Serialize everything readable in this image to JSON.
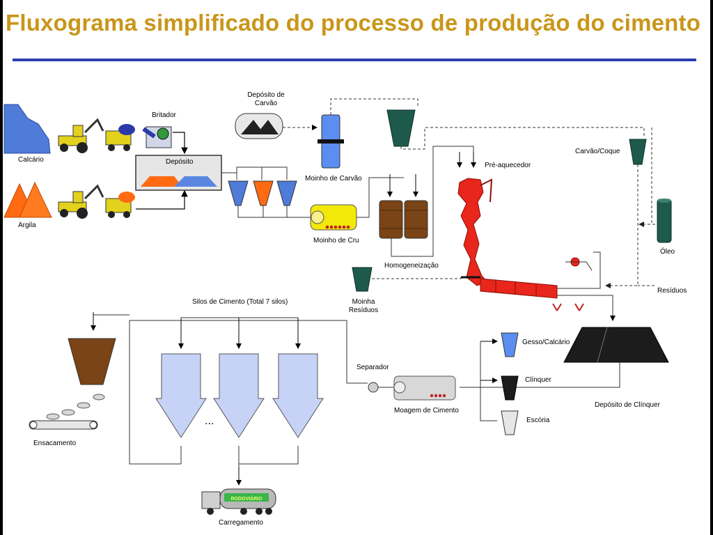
{
  "title": "Fluxograma simplificado do processo de produção do cimento",
  "labels": {
    "calcario": "Calcário",
    "argila": "Argila",
    "britador": "Britador",
    "deposito": "Depósito",
    "deposito_carvao": "Depósito de\nCarvão",
    "moinho_carvao": "Moinho de Carvão",
    "moinho_cru": "Moinho de Cru",
    "homogeneizacao": "Homogeneização",
    "pre_aquecedor": "Pré-aquecedor",
    "carvao_coque": "Carvão/Coque",
    "oleo": "Óleo",
    "residuos": "Resíduos",
    "moinha_residuos": "Moinha\nResíduos",
    "silos_cimento": "Silos de Cimento (Total 7 silos)",
    "separador": "Separador",
    "gesso_calcario": "Gesso/Calcário",
    "clinquer": "Clínquer",
    "deposito_clinquer": "Depósito de Clínquer",
    "moagem_cimento": "Moagem de Cimento",
    "escoria": "Escória",
    "ensacamento": "Ensacamento",
    "carregamento": "Carregamento",
    "ellipsis": "...",
    "truck_text": "RODOVIÁRIO"
  },
  "colors": {
    "title": "#c9961a",
    "rule": "#2b3fb0",
    "limestone": "#4f7bd9",
    "clay": "#ff6a13",
    "kiln": "#e8261c",
    "hopper_green": "#1d5a4c",
    "silo_blue": "#c6d3f7",
    "homog_brown": "#7a4416",
    "mill_yellow": "#f2e80a",
    "clinker_pile": "#222222"
  }
}
